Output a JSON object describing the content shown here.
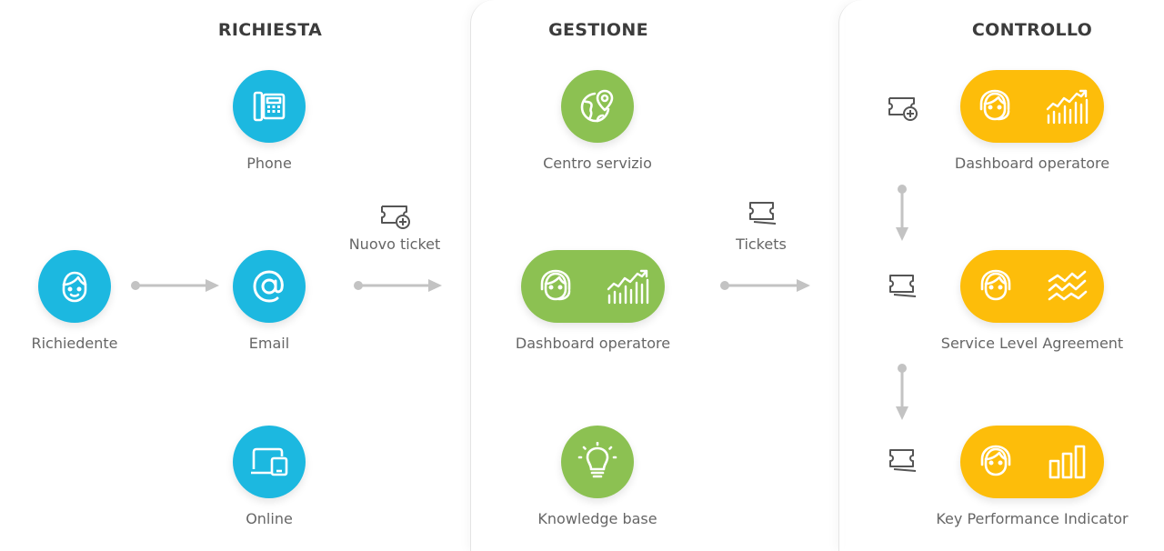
{
  "columns": {
    "richiesta": {
      "title": "RICHIESTA"
    },
    "gestione": {
      "title": "GESTIONE"
    },
    "controllo": {
      "title": "CONTROLLO"
    }
  },
  "nodes": {
    "richiedente": "Richiedente",
    "phone": "Phone",
    "email": "Email",
    "online": "Online",
    "centro_servizio": "Centro servizio",
    "dashboard_gestione": "Dashboard operatore",
    "knowledge_base": "Knowledge base",
    "dashboard_controllo": "Dashboard operatore",
    "sla": "Service Level Agreement",
    "kpi": "Key Performance Indicator"
  },
  "connectors": {
    "nuovo_ticket": "Nuovo ticket",
    "tickets": "Tickets"
  },
  "colors": {
    "blue": "#1cb8e0",
    "green": "#8cc152",
    "yellow": "#fdbd0a",
    "arrow": "#c3c3c3"
  },
  "icons": {
    "richiedente": "person-face-icon",
    "phone": "desk-phone-icon",
    "email": "at-sign-icon",
    "online": "devices-icon",
    "centro_servizio": "globe-pin-icon",
    "dashboard": "operator-headset-icon",
    "chart": "bar-chart-icon",
    "sla": "zigzag-trend-icon",
    "kpi": "bar-columns-icon",
    "ticket_new": "ticket-add-icon",
    "tickets": "tickets-icon",
    "knowledge_base": "lightbulb-icon"
  }
}
